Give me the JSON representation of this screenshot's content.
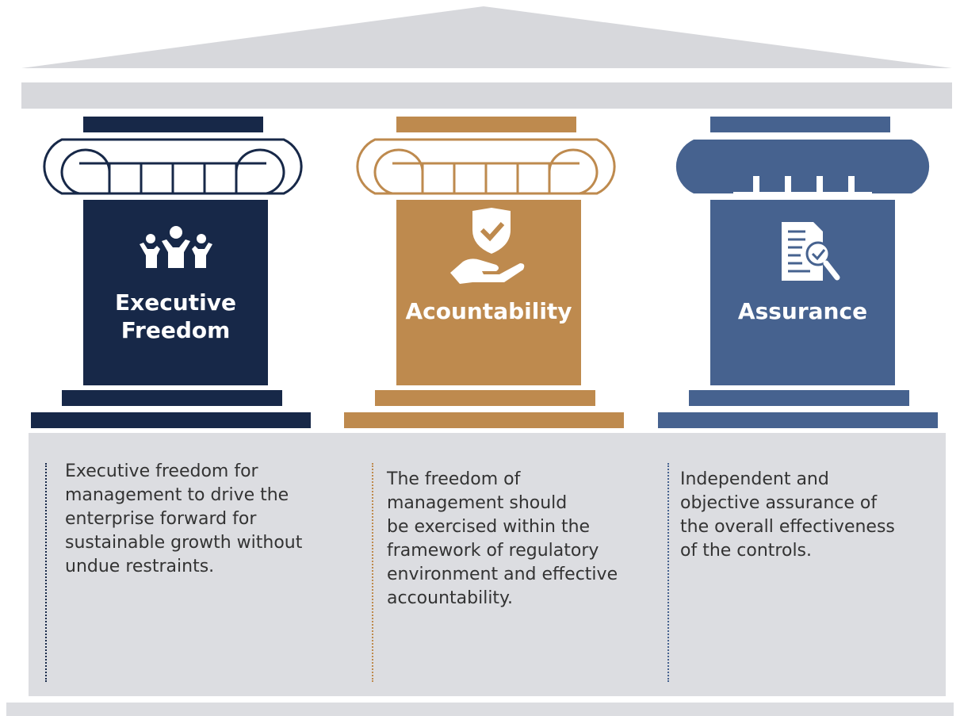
{
  "colors": {
    "navy": "#172848",
    "gold": "#be8a4e",
    "steel": "#46628f",
    "panel": "#dcdde1",
    "roof": "#d7d8dc",
    "text": "#333333"
  },
  "pillars": [
    {
      "title_line1": "Executive",
      "title_line2": "Freedom",
      "icon": "people-group-icon",
      "description": "Executive freedom for\nmanagement to drive the\nenterprise forward for\nsustainable growth without\nundue restraints."
    },
    {
      "title": "Acountability",
      "icon": "hand-shield-check-icon",
      "description": "The freedom of\nmanagement should\nbe exercised within the\nframework of regulatory\nenvironment and effective\naccountability."
    },
    {
      "title": "Assurance",
      "icon": "document-magnifier-check-icon",
      "description": "Independent and\nobjective assurance of\nthe overall effectiveness\nof the controls."
    }
  ]
}
